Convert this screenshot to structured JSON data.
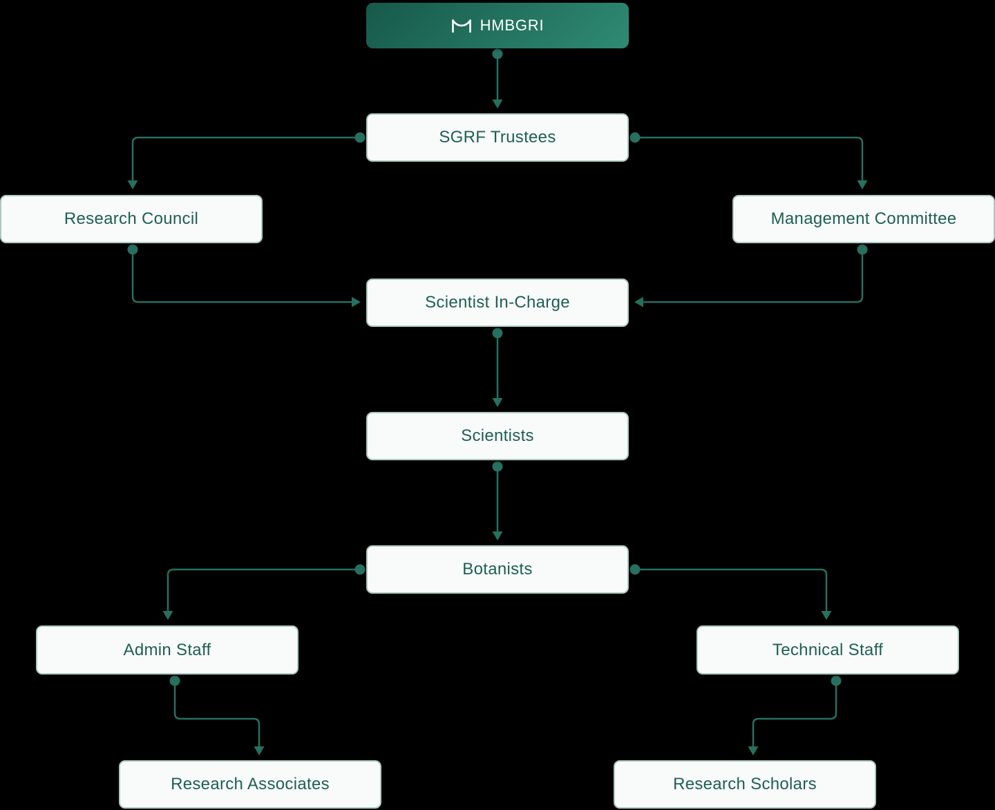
{
  "diagram": {
    "type": "org-chart-flow",
    "header": {
      "label": "HMBGRI",
      "logo_icon": "hmbgri-logomark"
    },
    "nodes": [
      {
        "id": "sgrf-trustees",
        "label": "SGRF Trustees"
      },
      {
        "id": "research-council",
        "label": "Research Council"
      },
      {
        "id": "management-committee",
        "label": "Management Committee"
      },
      {
        "id": "scientist-in-charge",
        "label": "Scientist In-Charge"
      },
      {
        "id": "scientists",
        "label": "Scientists"
      },
      {
        "id": "botanists",
        "label": "Botanists"
      },
      {
        "id": "admin-staff",
        "label": "Admin Staff"
      },
      {
        "id": "technical-staff",
        "label": "Technical Staff"
      },
      {
        "id": "research-associates",
        "label": "Research Associates"
      },
      {
        "id": "research-scholars",
        "label": "Research Scholars"
      }
    ],
    "edges": [
      {
        "from": "HMBGRI",
        "to": "SGRF Trustees"
      },
      {
        "from": "SGRF Trustees",
        "to": "Research Council"
      },
      {
        "from": "SGRF Trustees",
        "to": "Management Committee"
      },
      {
        "from": "Research Council",
        "to": "Scientist In-Charge"
      },
      {
        "from": "Management Committee",
        "to": "Scientist In-Charge"
      },
      {
        "from": "Scientist In-Charge",
        "to": "Scientists"
      },
      {
        "from": "Scientists",
        "to": "Botanists"
      },
      {
        "from": "Botanists",
        "to": "Admin Staff"
      },
      {
        "from": "Botanists",
        "to": "Technical Staff"
      },
      {
        "from": "Admin Staff",
        "to": "Research Associates"
      },
      {
        "from": "Technical Staff",
        "to": "Research Scholars"
      }
    ],
    "colors": {
      "background": "#000000",
      "connector": "#277060",
      "node_background": "#f8fbf9",
      "node_border": "#abc9bf",
      "node_text": "#1e5f52",
      "header_gradient_start": "#17594b",
      "header_gradient_end": "#2f8a73",
      "header_text": "#ffffff"
    }
  }
}
